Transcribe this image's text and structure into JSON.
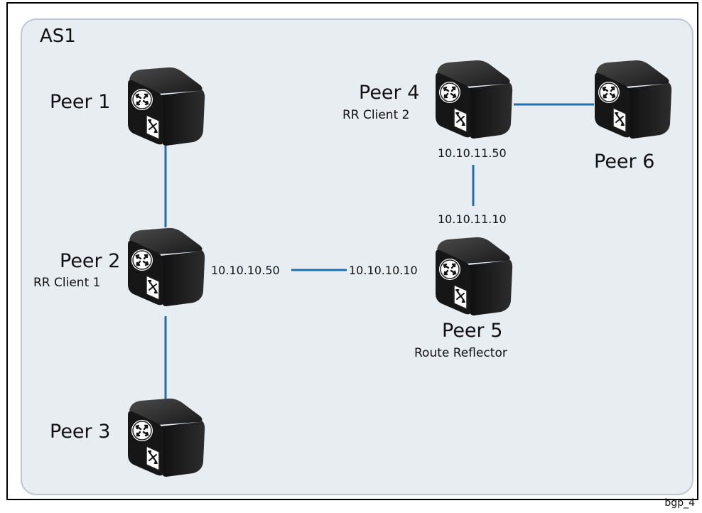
{
  "container": {
    "label": "AS1"
  },
  "peers": [
    {
      "id": "peer1",
      "label": "Peer 1",
      "sub": ""
    },
    {
      "id": "peer2",
      "label": "Peer 2",
      "sub": "RR Client 1"
    },
    {
      "id": "peer3",
      "label": "Peer 3",
      "sub": ""
    },
    {
      "id": "peer4",
      "label": "Peer 4",
      "sub": "RR Client 2"
    },
    {
      "id": "peer5",
      "label": "Peer 5",
      "sub": "Route Reflector"
    },
    {
      "id": "peer6",
      "label": "Peer 6",
      "sub": ""
    }
  ],
  "links": [
    {
      "from": "peer1",
      "to": "peer2"
    },
    {
      "from": "peer2",
      "to": "peer3"
    },
    {
      "from": "peer2",
      "to": "peer5",
      "from_ip": "10.10.10.50",
      "to_ip": "10.10.10.10"
    },
    {
      "from": "peer4",
      "to": "peer5",
      "from_ip": "10.10.11.50",
      "to_ip": "10.10.11.10"
    },
    {
      "from": "peer4",
      "to": "peer6"
    }
  ],
  "footer": {
    "figure_id": "bgp_4"
  },
  "colors": {
    "link": "#1e6fb0",
    "container_fill": "#e8edf2",
    "container_border": "#bcc7d2"
  }
}
